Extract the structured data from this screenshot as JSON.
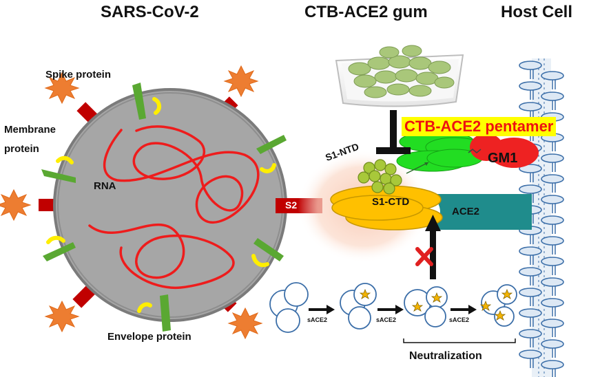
{
  "headers": {
    "virus": "SARS-CoV-2",
    "gum": "CTB-ACE2 gum",
    "host": "Host Cell"
  },
  "labels": {
    "spike": "Spike protein",
    "membrane_line1": "Membrane",
    "membrane_line2": "protein",
    "rna": "RNA",
    "envelope": "Envelope protein",
    "s2": "S2",
    "s1_ntd": "S1-NTD",
    "s1_ctd": "S1-CTD",
    "ace2": "ACE2",
    "gm1": "GM1",
    "pentamer": "CTB-ACE2 pentamer",
    "sace2_1": "sACE2",
    "sace2_2": "sACE2",
    "sace2_3": "sACE2",
    "neutralization": "Neutralization"
  },
  "colors": {
    "virus_body": "#a6a6a6",
    "rna": "#ee1c1c",
    "spike_stalk": "#c00000",
    "spike_head": "#ed7d31",
    "membrane_protein": "#5aa832",
    "envelope_protein": "#ffee00",
    "s1_ctd": "#ffc000",
    "s1_ntd": "#a8c83a",
    "ace2": "#1f8c8c",
    "ctb": "#22dd22",
    "gm1": "#ee2222",
    "pentamer_bg": "#ffff00",
    "pentamer_text": "#ee1111",
    "lipid_head": "#dde8f4",
    "lipid_tail": "#3b6ea8",
    "inhibition": "#111111",
    "block_x": "#e02020"
  }
}
